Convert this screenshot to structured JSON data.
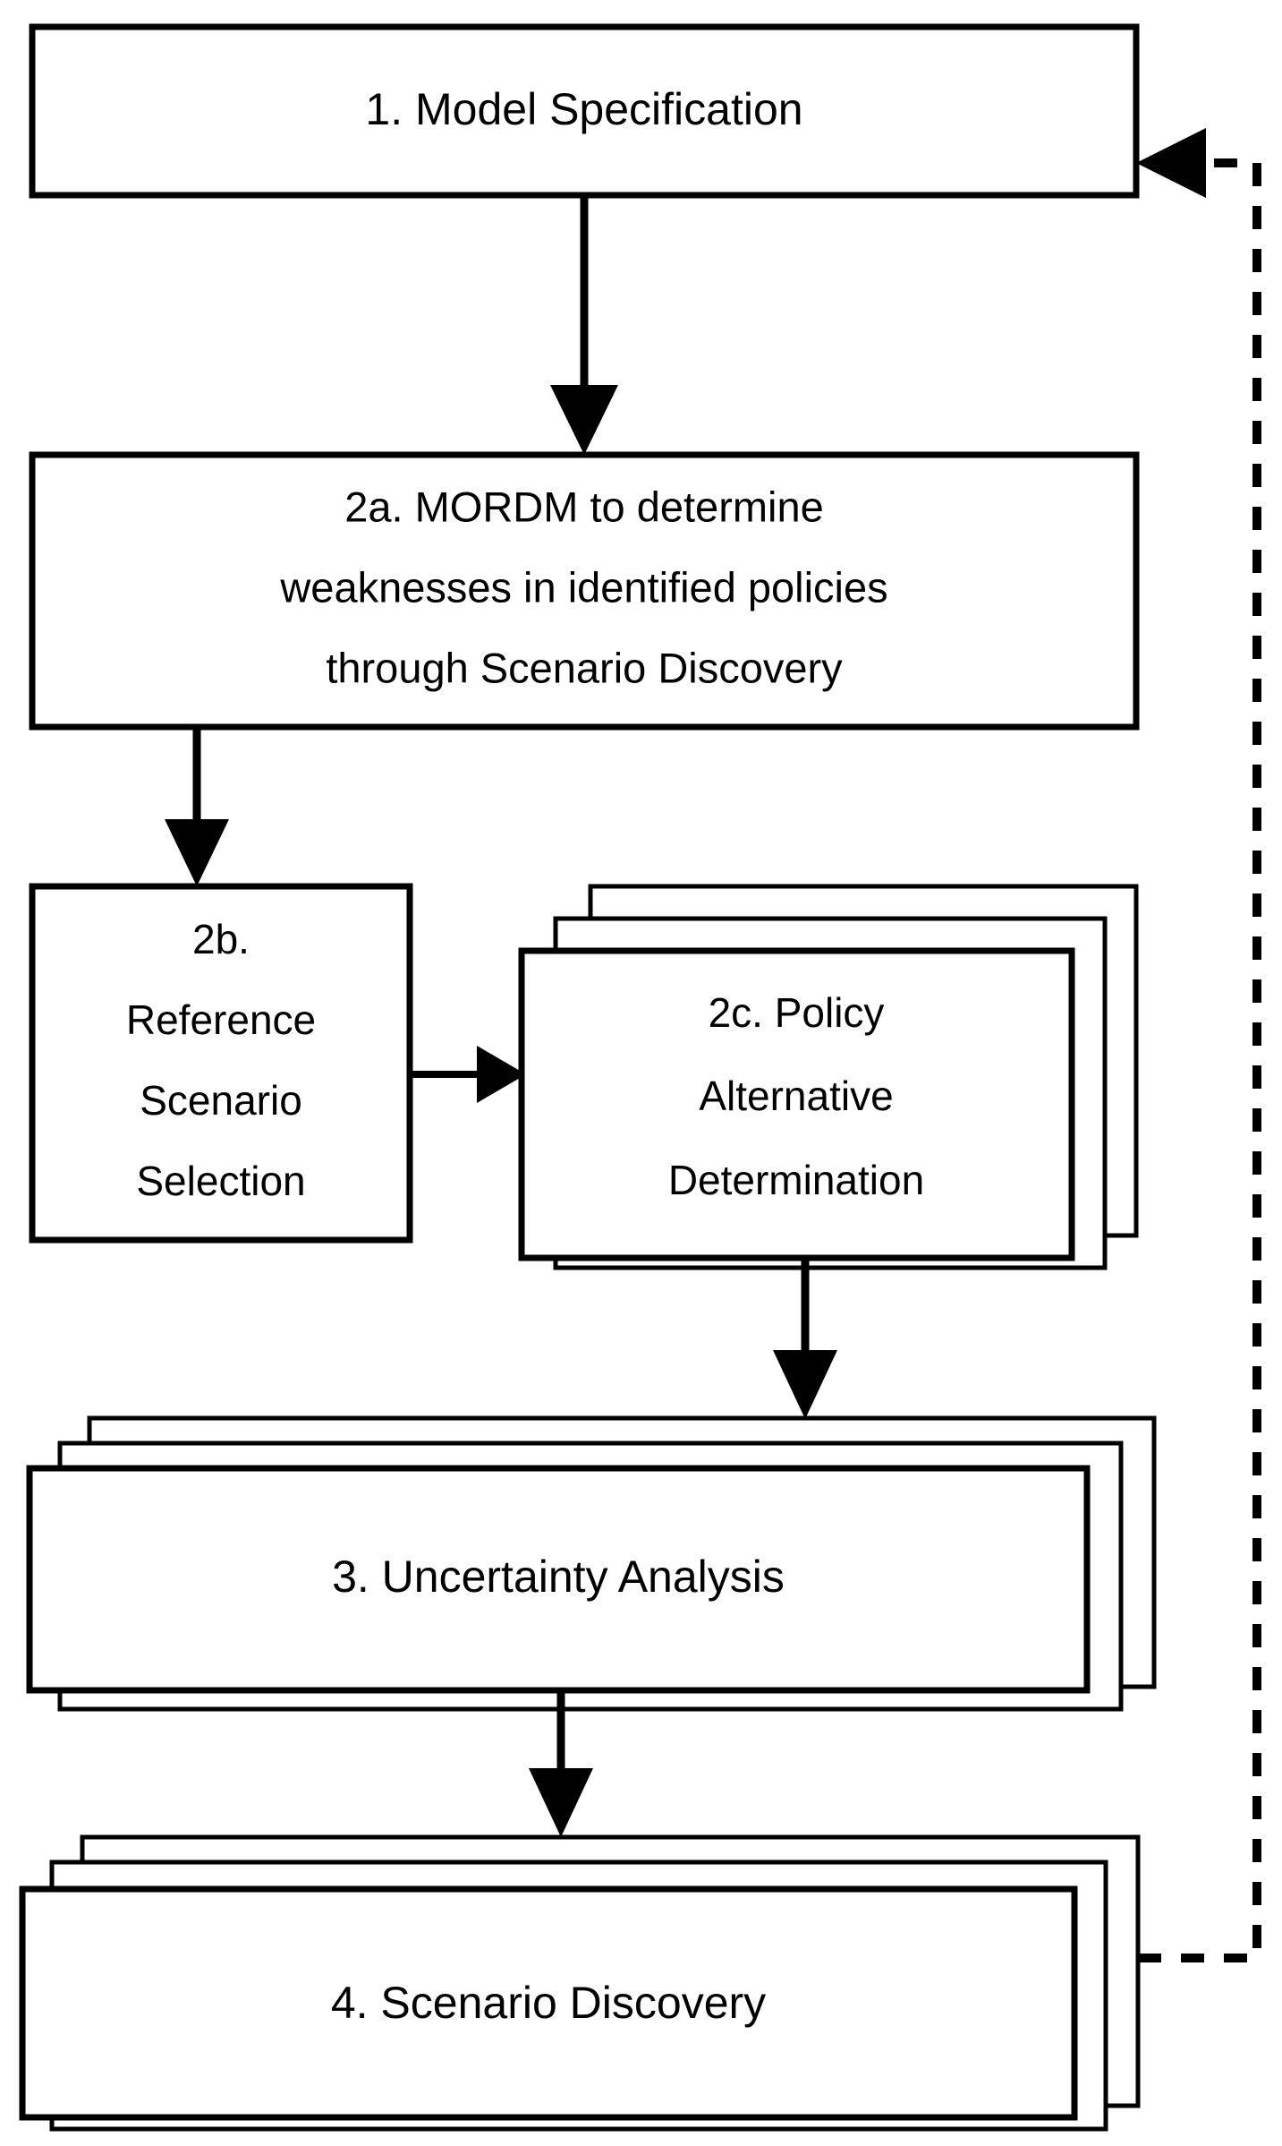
{
  "diagram": {
    "title": "MORDM many-objective robust decision making workflow",
    "type": "flowchart",
    "background_color": "#ffffff",
    "line_color": "#000000",
    "text_color": "#000000",
    "nodes": [
      {
        "id": "step1",
        "label": "1. Model Specification",
        "lines": [
          "1. Model Specification"
        ],
        "shape": "rectangle",
        "stacked": false,
        "stack_count": 1
      },
      {
        "id": "step2a",
        "label": "2a. MORDM to determine weaknesses in identified policies through Scenario Discovery",
        "lines": [
          "2a. MORDM to determine",
          "weaknesses in identified policies",
          "through Scenario Discovery"
        ],
        "shape": "rectangle",
        "stacked": false,
        "stack_count": 1
      },
      {
        "id": "step2b",
        "label": "2b. Reference Scenario Selection",
        "lines": [
          "2b.",
          "Reference",
          "Scenario",
          "Selection"
        ],
        "shape": "rectangle",
        "stacked": false,
        "stack_count": 1
      },
      {
        "id": "step2c",
        "label": "2c. Policy Alternative Determination",
        "lines": [
          "2c. Policy",
          "Alternative",
          "Determination"
        ],
        "shape": "rectangle",
        "stacked": true,
        "stack_count": 3
      },
      {
        "id": "step3",
        "label": "3. Uncertainty Analysis",
        "lines": [
          "3. Uncertainty Analysis"
        ],
        "shape": "rectangle",
        "stacked": true,
        "stack_count": 3
      },
      {
        "id": "step4",
        "label": "4. Scenario Discovery",
        "lines": [
          "4. Scenario Discovery"
        ],
        "shape": "rectangle",
        "stacked": true,
        "stack_count": 3
      }
    ],
    "edges": [
      {
        "id": "e1",
        "from": "step1",
        "to": "step2a",
        "style": "solid",
        "direction": "down"
      },
      {
        "id": "e2",
        "from": "step2a",
        "to": "step2b",
        "style": "solid",
        "direction": "down"
      },
      {
        "id": "e3",
        "from": "step2b",
        "to": "step2c",
        "style": "solid",
        "direction": "right"
      },
      {
        "id": "e4",
        "from": "step2c",
        "to": "step3",
        "style": "solid",
        "direction": "down"
      },
      {
        "id": "e5",
        "from": "step3",
        "to": "step4",
        "style": "solid",
        "direction": "down"
      },
      {
        "id": "e6",
        "from": "step4",
        "to": "step1",
        "style": "dashed",
        "direction": "feedback-loop-right"
      }
    ]
  },
  "labels": {
    "step1": "1. Model Specification",
    "step2a_line1": "2a. MORDM to determine",
    "step2a_line2": "weaknesses in identified policies",
    "step2a_line3": "through Scenario Discovery",
    "step2b_line1": "2b.",
    "step2b_line2": "Reference",
    "step2b_line3": "Scenario",
    "step2b_line4": "Selection",
    "step2c_line1": "2c. Policy",
    "step2c_line2": "Alternative",
    "step2c_line3": "Determination",
    "step3": "3. Uncertainty Analysis",
    "step4": "4. Scenario Discovery"
  }
}
